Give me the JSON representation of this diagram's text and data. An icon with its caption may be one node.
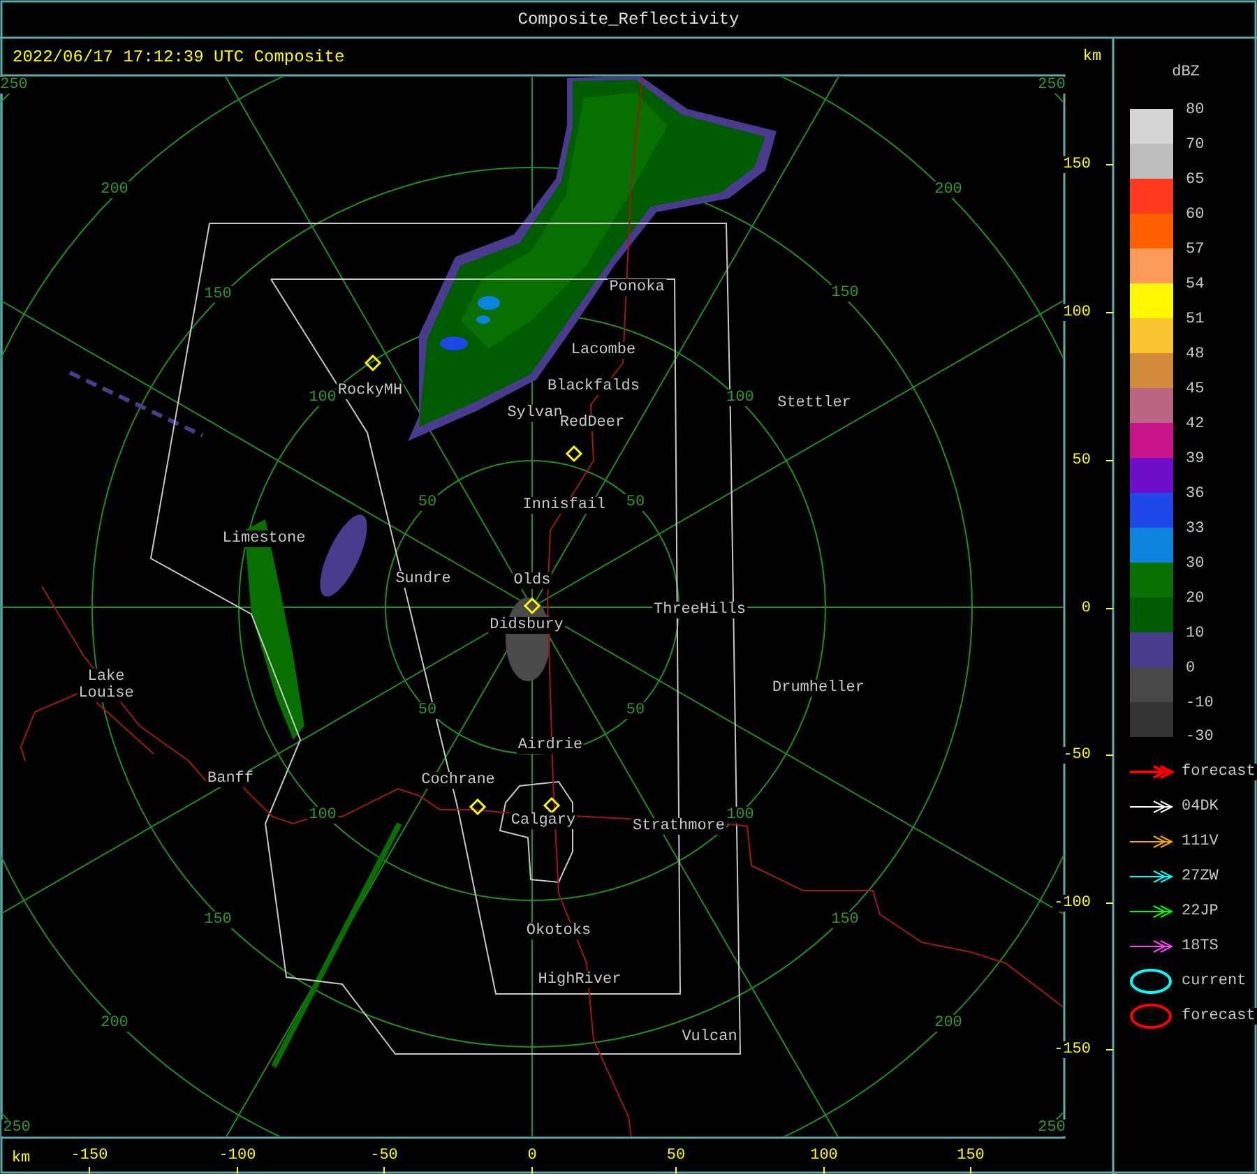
{
  "diagram": {
    "title": "Composite_Reflectivity",
    "labels": [
      "2022/06/17 17:12:39 UTC Composite",
      "km",
      "250",
      "250",
      "150",
      "200",
      "200",
      "Ponoka",
      "150",
      "150",
      "100",
      "Lacombe",
      "100",
      "RockyMH",
      "Blackfalds",
      "100",
      "Stettler",
      "Sylvan",
      "RedDeer",
      "50",
      "50",
      "Innisfail",
      "50",
      "Limestone",
      "Sundre",
      "Olds",
      "ThreeHills",
      "0",
      "Didsbury",
      "Lake Louise",
      "Drumheller",
      "50",
      "50",
      "Airdrie",
      "-50",
      "Banff",
      "Cochrane",
      "100",
      "100",
      "Calgary",
      "Strathmore",
      "-100",
      "150",
      "150",
      "Okotoks",
      "HighRiver",
      "200",
      "200",
      "Vulcan",
      "-150",
      "250",
      "250",
      "km",
      "-150",
      "-100",
      "-50",
      "0",
      "50",
      "100",
      "150",
      "dBZ",
      "-30"
    ],
    "legend": [
      {
        "text": "80",
        "color": "#d4d4d4"
      },
      {
        "text": "70",
        "color": "#bdbdbd"
      },
      {
        "text": "65",
        "color": "#ff3a1e"
      },
      {
        "text": "60",
        "color": "#ff6000"
      },
      {
        "text": "57",
        "color": "#ff9b5a"
      },
      {
        "text": "54",
        "color": "#fff700"
      },
      {
        "text": "51",
        "color": "#fbc431"
      },
      {
        "text": "48",
        "color": "#d38b3e"
      },
      {
        "text": "45",
        "color": "#bd6684"
      },
      {
        "text": "42",
        "color": "#c8148a"
      },
      {
        "text": "39",
        "color": "#6f10c8"
      },
      {
        "text": "36",
        "color": "#1e48e8"
      },
      {
        "text": "33",
        "color": "#0a84dc"
      },
      {
        "text": "30",
        "color": "#077000"
      },
      {
        "text": "20",
        "color": "#005c00"
      },
      {
        "text": "10",
        "color": "#4b3b8f"
      },
      {
        "text": "0",
        "color": "#484848"
      },
      {
        "text": "-10",
        "color": "#333333"
      },
      {
        "text": "forecast"
      },
      {
        "text": "04DK"
      },
      {
        "text": "111V"
      },
      {
        "text": "27ZW"
      },
      {
        "text": "22JP"
      },
      {
        "text": "18TS"
      },
      {
        "text": "current"
      },
      {
        "text": "forecast"
      }
    ]
  }
}
